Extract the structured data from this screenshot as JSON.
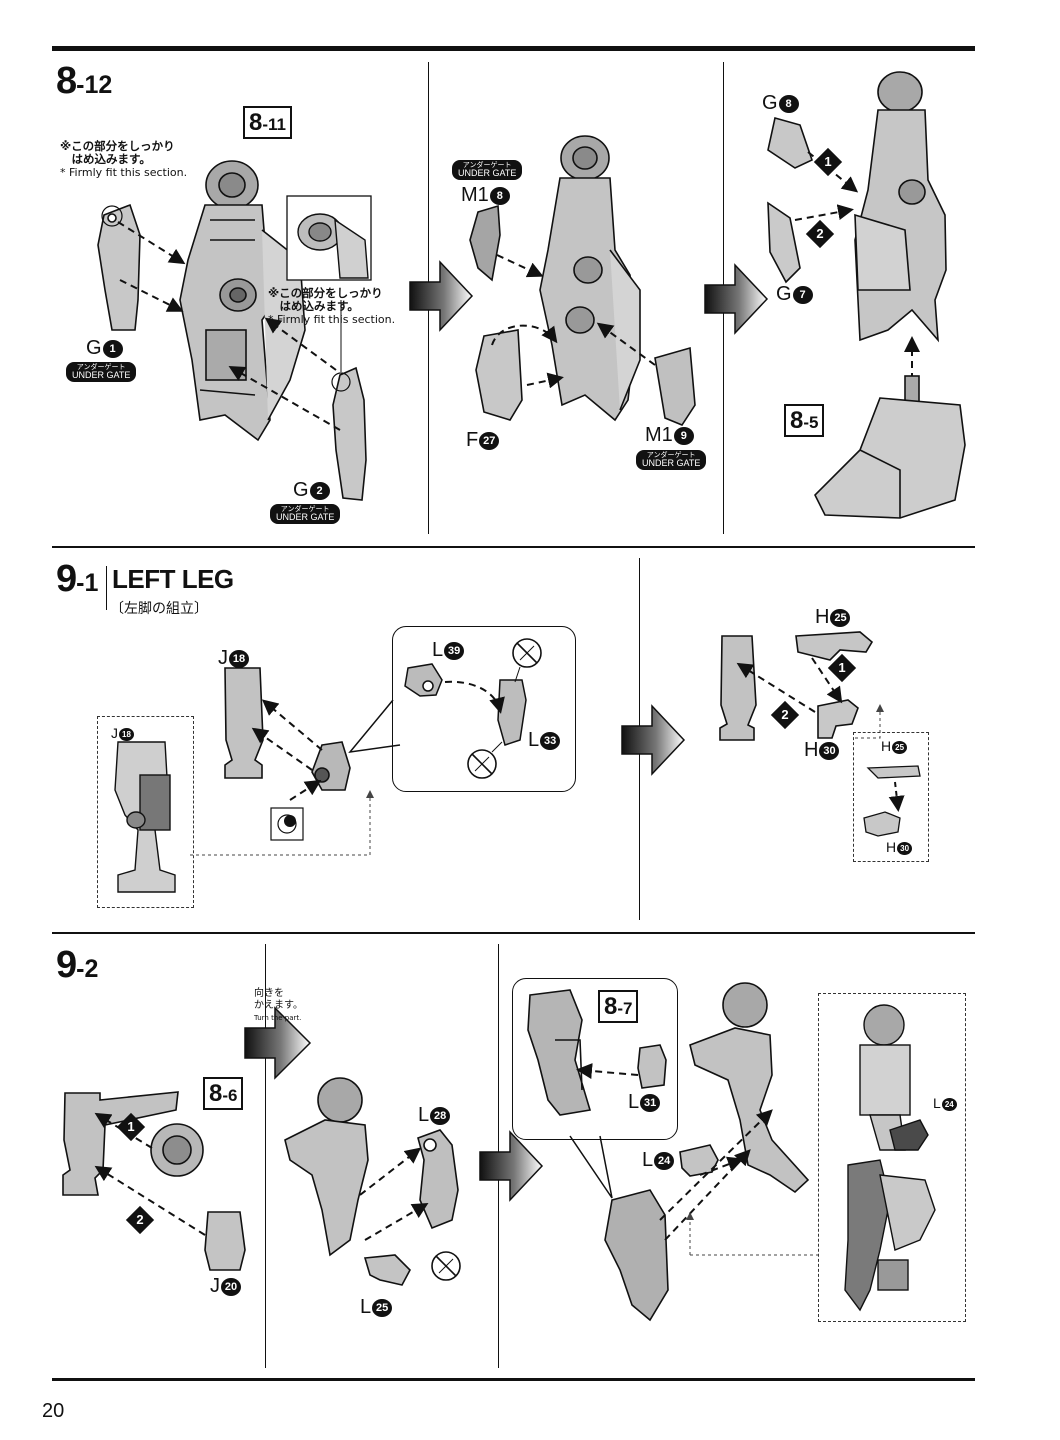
{
  "page": {
    "number": "20"
  },
  "sections": {
    "s8_12": {
      "step_main": "8",
      "step_sub": "-12",
      "ref_8_11": {
        "main": "8",
        "sub": "-11"
      },
      "note_left": {
        "jp": "※この部分をしっかり\n　はめ込みます。",
        "en": "* Firmly fit this section."
      },
      "note_right": {
        "jp": "※この部分をしっかり\n　はめ込みます。",
        "en": "* Firmly fit this section."
      },
      "parts": {
        "G1": {
          "letter": "G",
          "num": "1"
        },
        "G2": {
          "letter": "G",
          "num": "2"
        },
        "M18": {
          "letter": "M1",
          "num": "8"
        },
        "M19": {
          "letter": "M1",
          "num": "9"
        },
        "F27": {
          "letter": "F",
          "num": "27"
        },
        "G8": {
          "letter": "G",
          "num": "8"
        },
        "G7": {
          "letter": "G",
          "num": "7"
        }
      },
      "under_gate": {
        "jp": "アンダーゲート",
        "en": "UNDER GATE"
      },
      "ref_8_5": {
        "main": "8",
        "sub": "-5"
      },
      "order": [
        "1",
        "2"
      ]
    },
    "s9_1": {
      "step_main": "9",
      "step_sub": "-1",
      "title": "LEFT LEG",
      "subtitle": "〔左脚の組立〕",
      "parts": {
        "J18": {
          "letter": "J",
          "num": "18"
        },
        "L39": {
          "letter": "L",
          "num": "39"
        },
        "L33": {
          "letter": "L",
          "num": "33"
        },
        "H25": {
          "letter": "H",
          "num": "25"
        },
        "H30": {
          "letter": "H",
          "num": "30"
        }
      },
      "order": [
        "1",
        "2"
      ]
    },
    "s9_2": {
      "step_main": "9",
      "step_sub": "-2",
      "turn_note": {
        "jp": "向きを\nかえます。",
        "en": "Turn the part."
      },
      "ref_8_6": {
        "main": "8",
        "sub": "-6"
      },
      "ref_8_7": {
        "main": "8",
        "sub": "-7"
      },
      "parts": {
        "J20": {
          "letter": "J",
          "num": "20"
        },
        "L28": {
          "letter": "L",
          "num": "28"
        },
        "L25": {
          "letter": "L",
          "num": "25"
        },
        "L31": {
          "letter": "L",
          "num": "31"
        },
        "L24": {
          "letter": "L",
          "num": "24"
        }
      },
      "order": [
        "1",
        "2"
      ]
    }
  },
  "colors": {
    "ink": "#111111",
    "part_fill": "#bdbdbd",
    "part_dark": "#6e6e6e"
  }
}
